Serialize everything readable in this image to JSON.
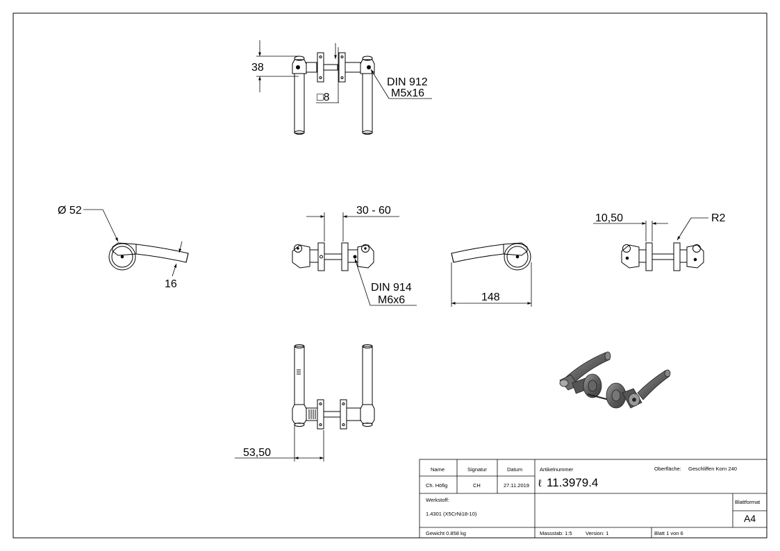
{
  "dimensions": {
    "height_38": "38",
    "square_8": "□8",
    "screw_912_std": "DIN 912",
    "screw_912_size": "M5x16",
    "diameter_52": "Ø 52",
    "thickness_16": "16",
    "range_30_60": "30 - 60",
    "screw_914_std": "DIN 914",
    "screw_914_size": "M6x6",
    "length_148": "148",
    "gap_10_50": "10,50",
    "radius_r2": "R2",
    "offset_53_50": "53,50"
  },
  "title_block": {
    "col_name": "Name",
    "col_signatur": "Signatur",
    "col_datum": "Datum",
    "name_value": "Ch. Höfig",
    "signatur_value": "CH",
    "datum_value": "27.11.2019",
    "artikel_label": "Artikelnummer",
    "artikel_prefix": "ℓ",
    "artikel_value": "11.3979.4",
    "oberflaeche_label": "Oberfläche:",
    "oberflaeche_value": "Geschliffen Korn 240",
    "werkstoff_label": "Werkstoff:",
    "werkstoff_value": "1.4301 (X5CrNi18-10)",
    "blattformat_label": "Blattformat",
    "blattformat_value": "A4",
    "gewicht": "Gewicht 0.858 kg",
    "massstab": "Massstab: 1:5",
    "version": "Version: 1",
    "blatt": "Blatt 1 von 6"
  }
}
